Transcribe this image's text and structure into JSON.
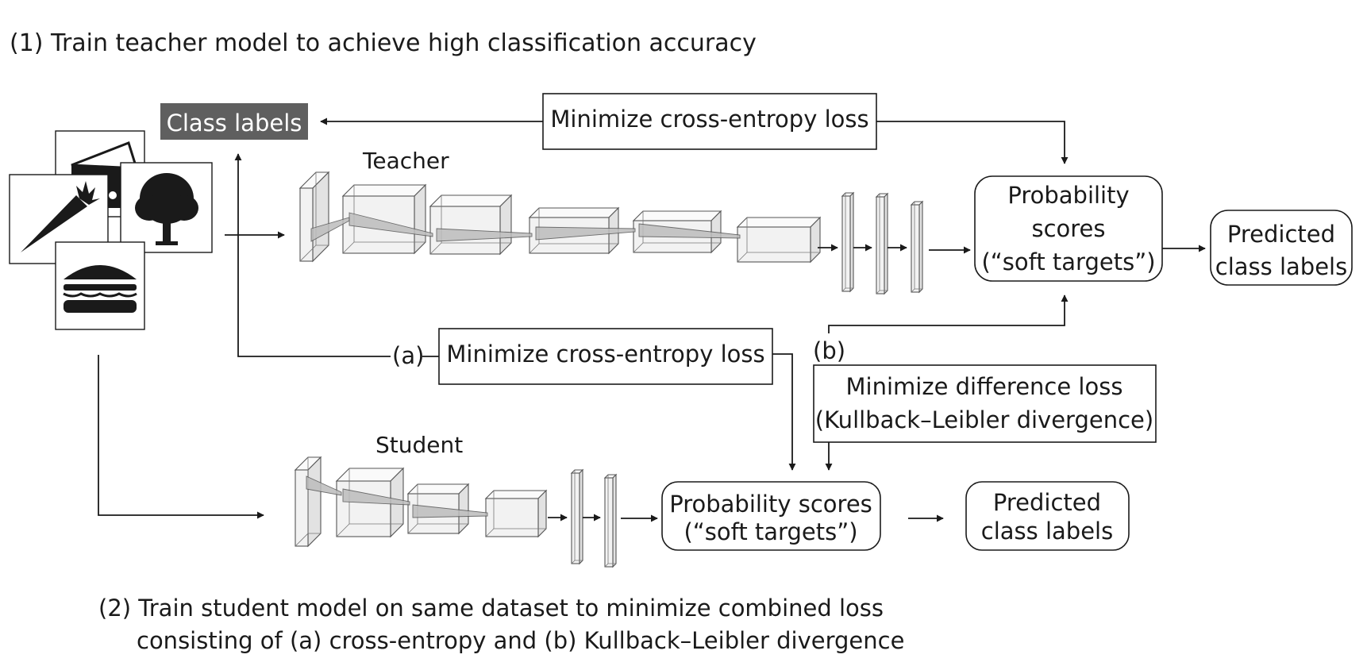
{
  "step1_caption": "(1) Train teacher model to achieve high classification accuracy",
  "class_labels": "Class labels",
  "teacher_loss": "Minimize cross-entropy loss",
  "teacher_label": "Teacher",
  "teacher_probability": [
    "Probability",
    "scores",
    "(“soft targets”)"
  ],
  "teacher_predicted": [
    "Predicted",
    "class labels"
  ],
  "marker_a": "(a)",
  "student_ce_loss": "Minimize cross-entropy loss",
  "marker_b": "(b)",
  "kl_loss": [
    "Minimize difference loss",
    "(Kullback–Leibler divergence)"
  ],
  "student_label": "Student",
  "student_probability": [
    "Probability scores",
    "(“soft targets”)"
  ],
  "student_predicted": [
    "Predicted",
    "class labels"
  ],
  "step2_caption": [
    "(2) Train student model on same dataset to minimize combined loss",
    "consisting of (a) cross-entropy and (b) Kullback–Leibler divergence"
  ],
  "dataset_icons": [
    "cheese-icon",
    "tree-icon",
    "carrot-icon",
    "burger-icon"
  ]
}
